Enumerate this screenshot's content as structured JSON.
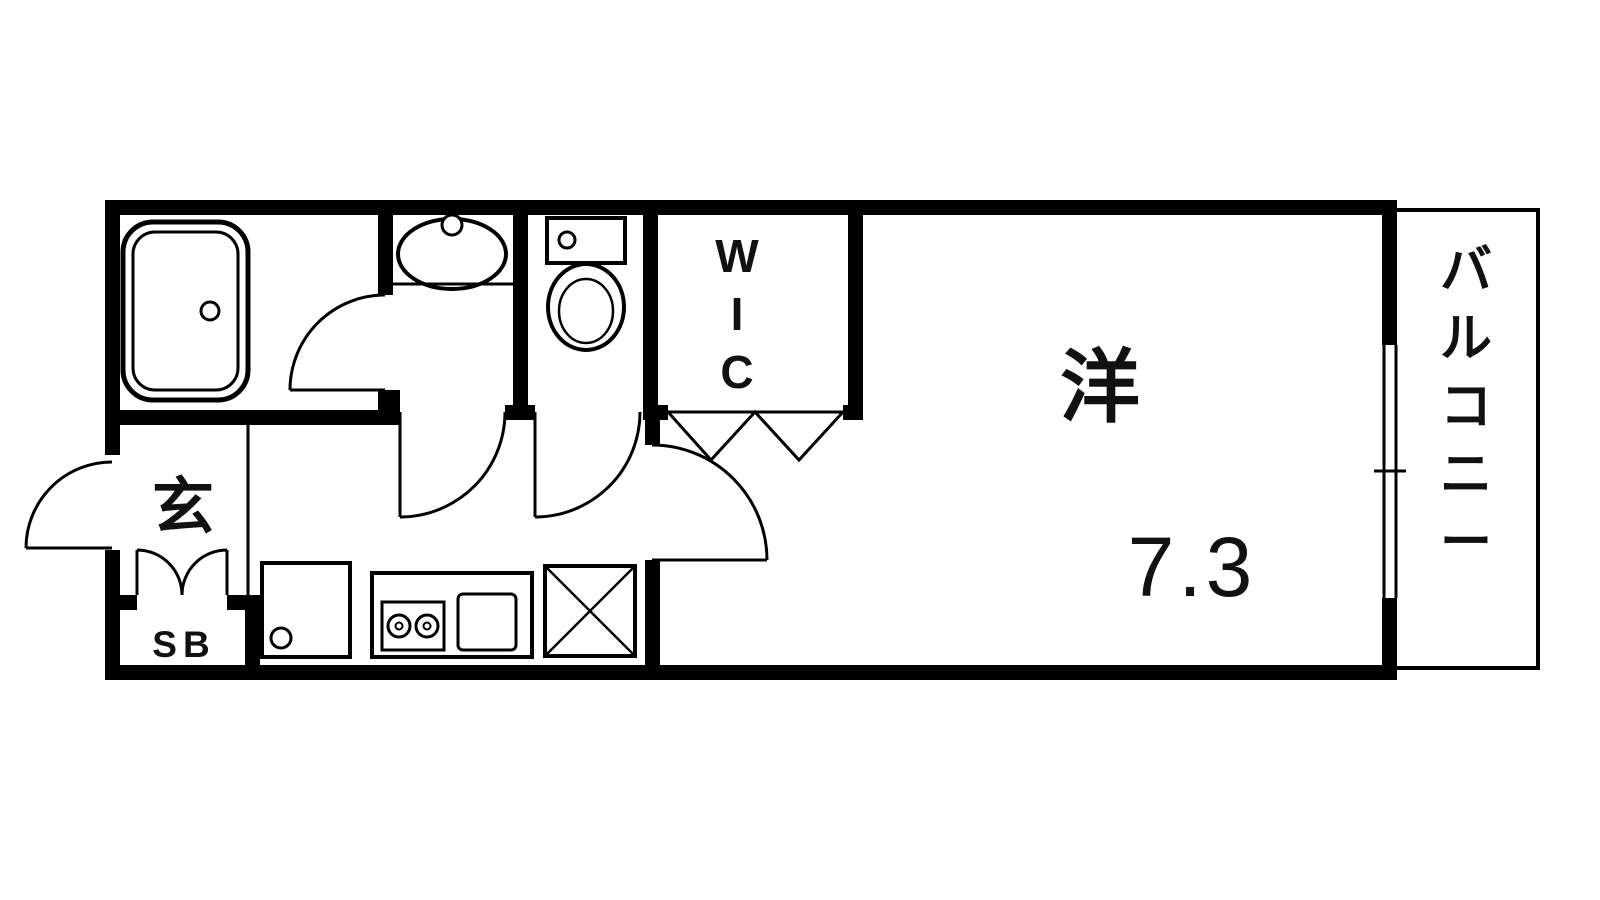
{
  "floorplan": {
    "labels": {
      "western_room": "洋",
      "western_room_size": "7.3",
      "wic": [
        "W",
        "I",
        "C"
      ],
      "entrance": "玄",
      "shoe_box": "SB",
      "balcony": [
        "バ",
        "ル",
        "コ",
        "ニ",
        "ー"
      ]
    },
    "colors": {
      "wall": "#000000",
      "background": "#ffffff"
    }
  }
}
